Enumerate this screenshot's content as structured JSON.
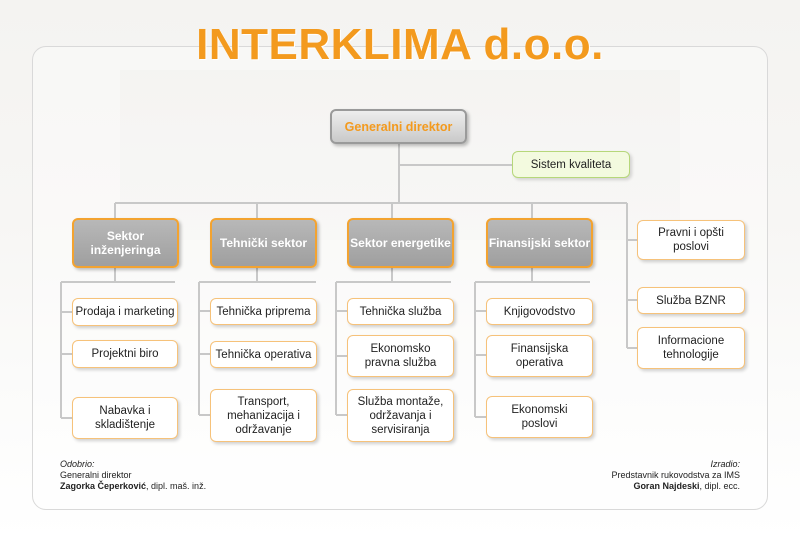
{
  "title": "INTERKLIMA d.o.o.",
  "director": "Generalni direktor",
  "quality": "Sistem kvaliteta",
  "sectors": [
    {
      "name": "Sektor inženjeringa",
      "units": [
        "Prodaja i marketing",
        "Projektni biro",
        "Nabavka i skladištenje"
      ]
    },
    {
      "name": "Tehnički sektor",
      "units": [
        "Tehnička priprema",
        "Tehnička operativa",
        "Transport, mehanizacija i održavanje"
      ]
    },
    {
      "name": "Sektor energetike",
      "units": [
        "Tehnička služba",
        "Ekonomsko pravna služba",
        "Služba montaže, održavanja i servisiranja"
      ]
    },
    {
      "name": "Finansijski sektor",
      "units": [
        "Knjigovodstvo",
        "Finansijska operativa",
        "Ekonomski poslovi"
      ]
    }
  ],
  "side_units": [
    "Pravni i opšti poslovi",
    "Služba BZNR",
    "Informacione tehnologije"
  ],
  "approved": {
    "label": "Odobrio:",
    "role": "Generalni direktor",
    "name": "Zagorka Čeperković",
    "title": ", dipl. maš. inž."
  },
  "prepared": {
    "label": "Izradio:",
    "role": "Predstavnik rukovodstva za IMS",
    "name": "Goran Najdeski",
    "title": ", dipl. ecc."
  }
}
